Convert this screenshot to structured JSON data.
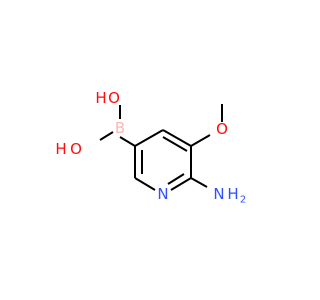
{
  "molecule": {
    "atoms": {
      "oh_top": "HO",
      "oh_top_o": "O",
      "oh_top_h": "H",
      "oh_left_h": "H",
      "oh_left_o": "O",
      "boron": "B",
      "methoxy_o": "O",
      "ring_n": "N",
      "amine_n": "N",
      "amine_h": "H",
      "amine_sub": "2"
    },
    "colors": {
      "oxygen": "#ff0d0d",
      "boron": "#ffb5b5",
      "nitrogen": "#3050f8",
      "bond": "#000000"
    }
  }
}
